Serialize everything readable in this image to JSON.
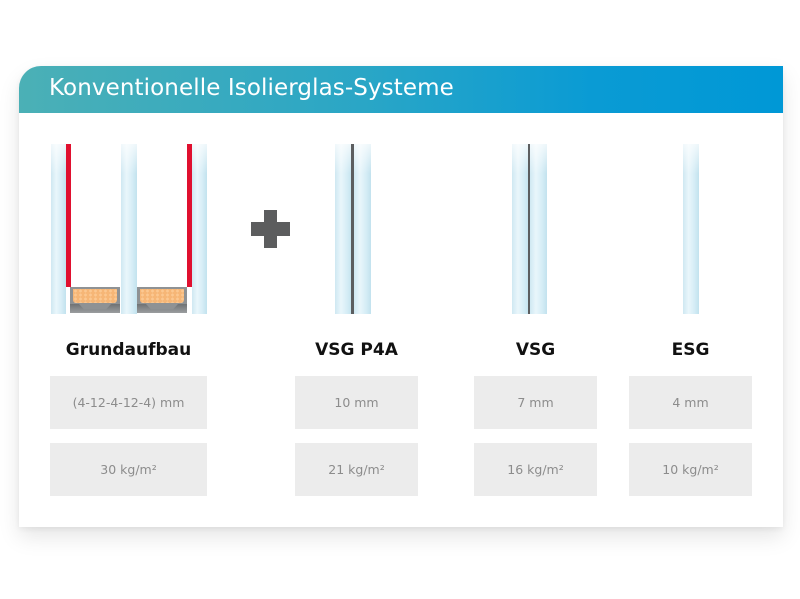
{
  "header": {
    "title": "Konventionelle Isolierglas-Systeme",
    "gradient_start": "#4bb0b6",
    "gradient_end": "#0098d6"
  },
  "plus_icon": "plus-icon",
  "systems": [
    {
      "name": "Grundaufbau",
      "thickness": "(4-12-4-12-4) mm",
      "weight": "30 kg/m²",
      "illustration": "triple-glazing-with-spacers"
    },
    {
      "name": "VSG P4A",
      "thickness": "10 mm",
      "weight": "21 kg/m²",
      "illustration": "laminated-glass-thick-interlayer"
    },
    {
      "name": "VSG",
      "thickness": "7 mm",
      "weight": "16 kg/m²",
      "illustration": "laminated-glass-thin-interlayer"
    },
    {
      "name": "ESG",
      "thickness": "4 mm",
      "weight": "10 kg/m²",
      "illustration": "single-tempered-pane"
    }
  ],
  "colors": {
    "seal_red": "#e0102f",
    "interlayer": "#5c5e60",
    "spacer_fill": "#f6b676",
    "box_bg": "#ececec",
    "box_text": "#8c8c8c"
  }
}
